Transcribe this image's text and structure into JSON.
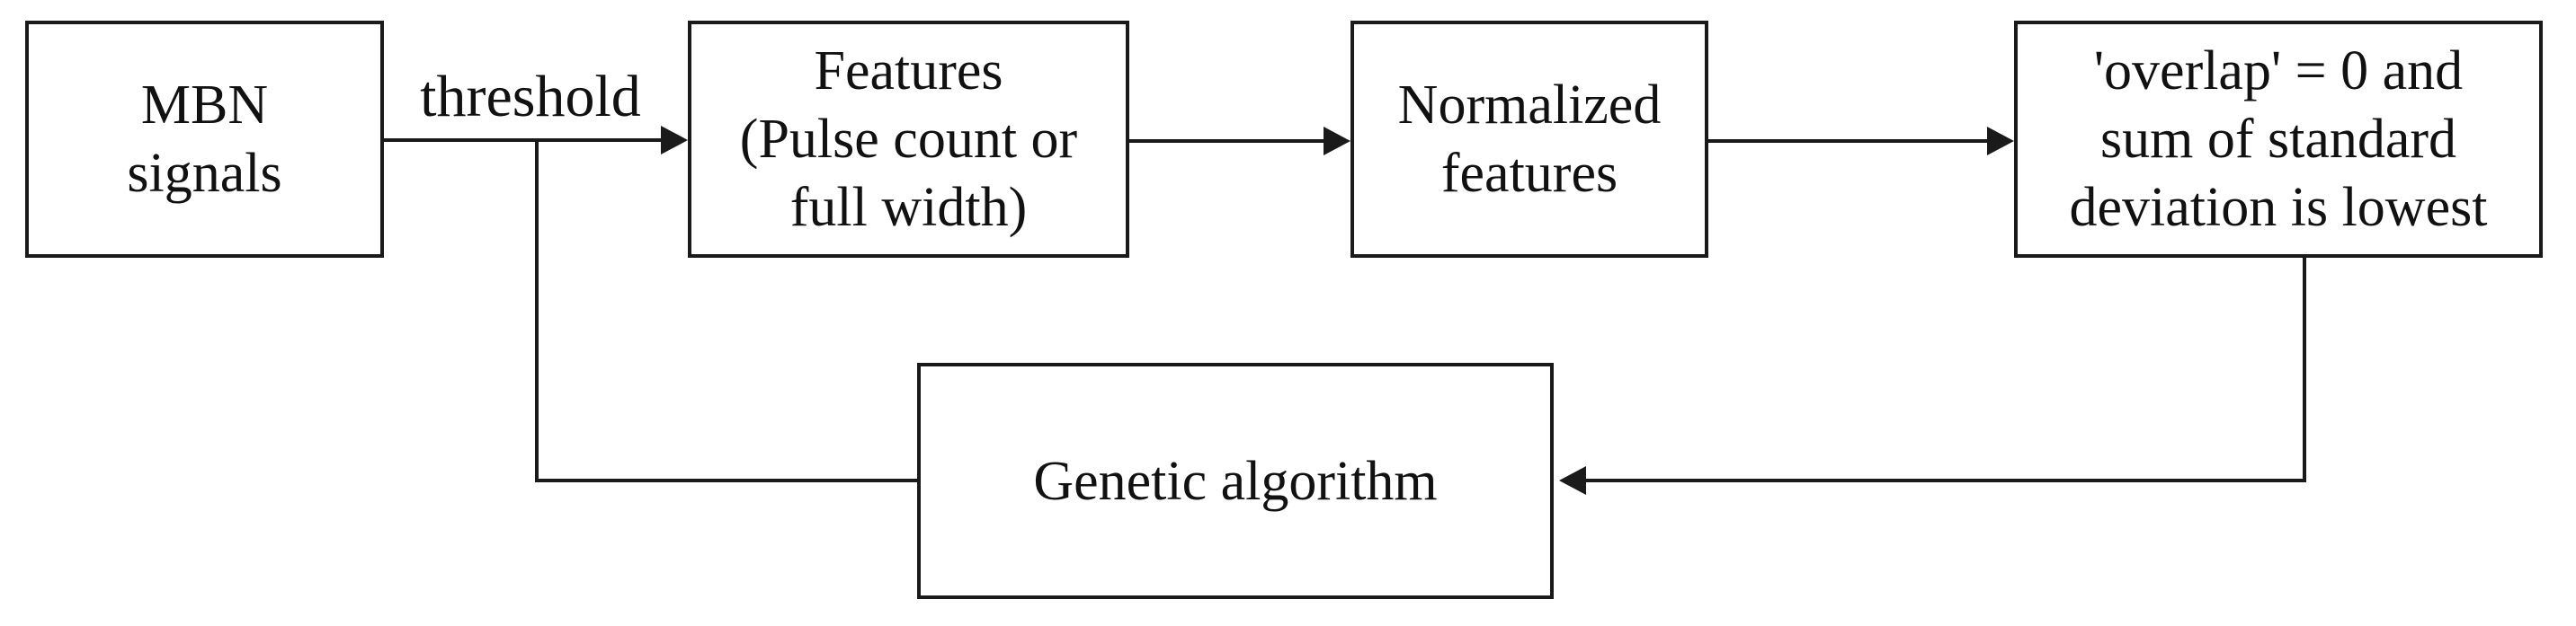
{
  "figure": {
    "type": "flowchart",
    "background_color": "#ffffff",
    "line_color": "#1a1a1a",
    "text_color": "#111111"
  },
  "boxes": {
    "mbn": {
      "lines": [
        "MBN",
        "signals"
      ]
    },
    "features": {
      "lines": [
        "Features",
        "(Pulse count or",
        "full width)"
      ]
    },
    "normalized": {
      "lines": [
        "Normalized",
        "features"
      ]
    },
    "criteria": {
      "lines": [
        "'overlap' = 0 and",
        "sum of standard",
        "deviation is lowest"
      ]
    },
    "genetic": {
      "lines": [
        "Genetic algorithm"
      ]
    }
  },
  "labels": {
    "threshold": "threshold"
  },
  "connections": [
    {
      "from": "MBN signals",
      "to": "Features (Pulse count or full width)",
      "label": "threshold",
      "arrowhead": true
    },
    {
      "from": "Features (Pulse count or full width)",
      "to": "Normalized features",
      "label": "",
      "arrowhead": true
    },
    {
      "from": "Normalized features",
      "to": "'overlap' = 0 and sum of standard deviation is lowest",
      "label": "",
      "arrowhead": true
    },
    {
      "from": "'overlap' = 0 and sum of standard deviation is lowest",
      "to": "Genetic algorithm",
      "label": "",
      "arrowhead": true
    },
    {
      "from": "Genetic algorithm",
      "to": "threshold arrow junction",
      "label": "",
      "arrowhead": false
    }
  ]
}
